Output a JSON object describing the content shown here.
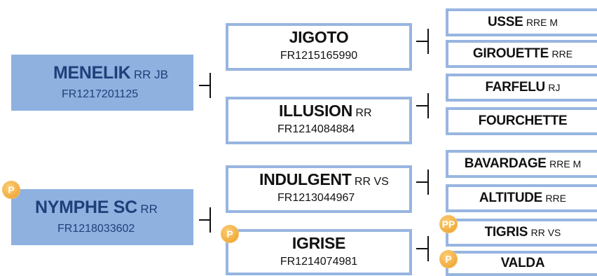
{
  "sires": [
    {
      "name": "MENELIK",
      "suffix": "RR JB",
      "reg": "FR1217201125",
      "parents": [
        {
          "name": "JIGOTO",
          "suffix": "",
          "reg": "FR1215165990",
          "parents": [
            {
              "name": "USSE",
              "suffix": "RRE M"
            },
            {
              "name": "GIROUETTE",
              "suffix": "RRE"
            }
          ]
        },
        {
          "name": "ILLUSION",
          "suffix": "RR",
          "reg": "FR1214084884",
          "parents": [
            {
              "name": "FARFELU",
              "suffix": "RJ"
            },
            {
              "name": "FOURCHETTE",
              "suffix": ""
            }
          ]
        }
      ]
    },
    {
      "name": "NYMPHE SC",
      "suffix": "RR",
      "reg": "FR1218033602",
      "medal": "P",
      "parents": [
        {
          "name": "INDULGENT",
          "suffix": "RR VS",
          "reg": "FR1213044967",
          "parents": [
            {
              "name": "BAVARDAGE",
              "suffix": "RRE M"
            },
            {
              "name": "ALTITUDE",
              "suffix": "RRE"
            }
          ]
        },
        {
          "name": "IGRISE",
          "suffix": "",
          "reg": "FR1214074981",
          "medal": "P",
          "parents": [
            {
              "name": "TIGRIS",
              "suffix": "RR VS",
              "medal": "PP"
            },
            {
              "name": "VALDA",
              "suffix": "",
              "medal": "P"
            }
          ]
        }
      ]
    }
  ]
}
